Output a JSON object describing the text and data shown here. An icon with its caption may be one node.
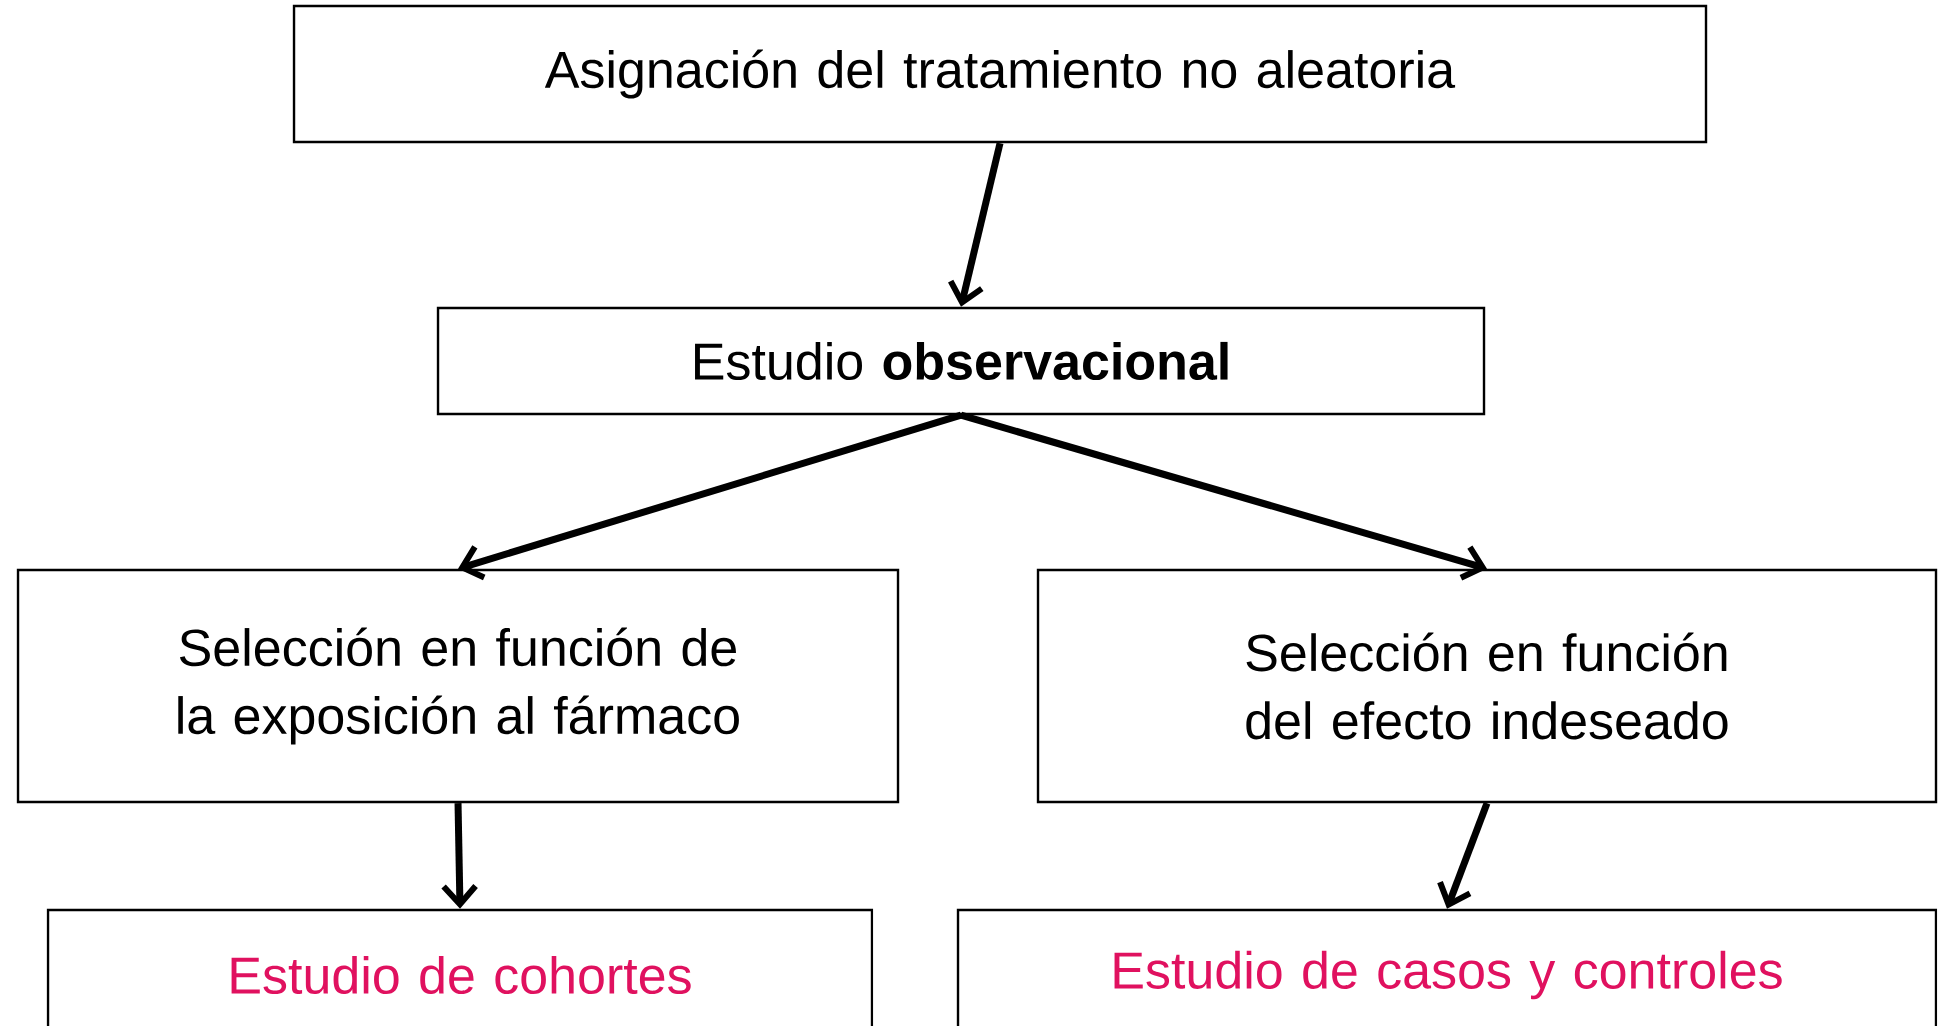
{
  "diagram": {
    "nodes": [
      {
        "text": [
          "Asignación del tratamiento no aleatoria"
        ]
      },
      {
        "text": [
          "Estudio **observacional**"
        ]
      },
      {
        "text": [
          "Selección en función de la exposición al fármaco"
        ]
      },
      {
        "text": [
          "Selección en función del efecto indeseado"
        ]
      },
      {
        "text": [
          "Estudio de cohortes"
        ]
      },
      {
        "text": [
          "Estudio de casos y controles"
        ]
      }
    ],
    "edges": [
      {
        "from": 0,
        "to": 1,
        "arrow": "to"
      },
      {
        "from": 1,
        "to": 2,
        "arrow": "to"
      },
      {
        "from": 1,
        "to": 3,
        "arrow": "to"
      },
      {
        "from": 2,
        "to": 4,
        "arrow": "to"
      },
      {
        "from": 3,
        "to": 5,
        "arrow": "to"
      }
    ]
  }
}
